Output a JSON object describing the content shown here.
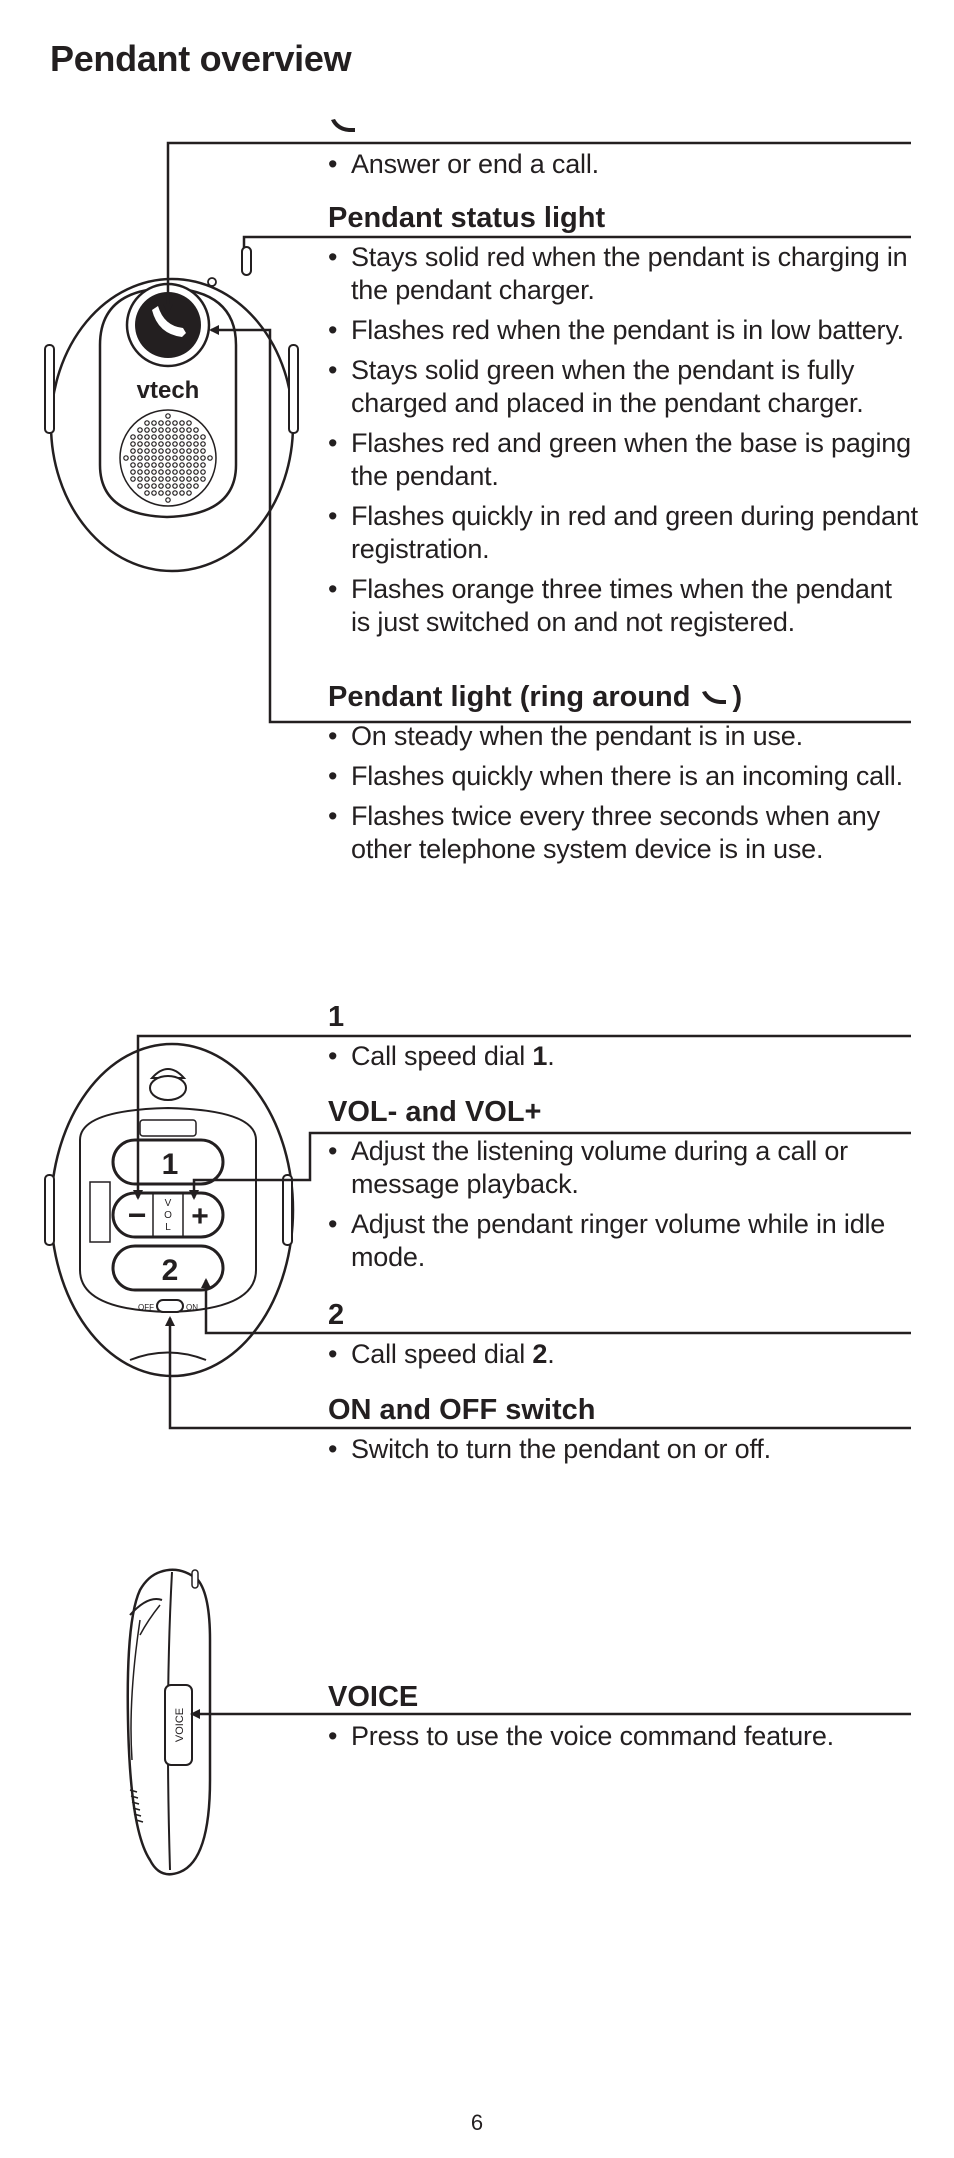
{
  "page": {
    "title": "Pendant overview",
    "page_number": "6"
  },
  "sections": {
    "talk": {
      "icon": "handset-icon",
      "bullets": [
        "Answer or end a call."
      ]
    },
    "status_light": {
      "heading": "Pendant status light",
      "bullets": [
        "Stays solid red when the pendant is charging in the pendant charger.",
        "Flashes red when the pendant is in low battery.",
        "Stays solid green when the pendant is fully charged and placed in the pendant charger.",
        "Flashes red and green when the base is paging the pendant.",
        "Flashes quickly in red and green during pendant registration.",
        "Flashes orange three times when the pendant is just switched on and not registered."
      ]
    },
    "ring_light": {
      "heading_prefix": "Pendant light (ring around ",
      "heading_suffix": ")",
      "bullets": [
        "On steady when the pendant is in use.",
        "Flashes quickly when there is an incoming call.",
        "Flashes twice every three seconds when any other telephone system device is in use."
      ]
    },
    "key1": {
      "heading": "1",
      "bullet_prefix": "Call speed dial ",
      "bullet_bold": "1",
      "bullet_suffix": "."
    },
    "volume": {
      "heading": "VOL- and VOL+",
      "bullets": [
        "Adjust the listening volume during a call or message playback.",
        "Adjust the pendant ringer volume while in idle mode."
      ]
    },
    "key2": {
      "heading": "2",
      "bullet_prefix": "Call speed dial ",
      "bullet_bold": "2",
      "bullet_suffix": "."
    },
    "switch": {
      "heading": "ON and OFF switch",
      "bullets": [
        "Switch to turn the pendant on or off."
      ]
    },
    "voice": {
      "heading": "VOICE",
      "bullets": [
        "Press to use the voice command feature."
      ]
    }
  },
  "illustrations": {
    "front": {
      "brand": "vtech"
    },
    "back": {
      "key1_label": "1",
      "key2_label": "2",
      "vol_minus": "−",
      "vol_plus": "+",
      "vol_letters": [
        "V",
        "O",
        "L"
      ],
      "switch_off": "OFF",
      "switch_on": "ON"
    },
    "side": {
      "voice_label": "VOICE"
    }
  }
}
